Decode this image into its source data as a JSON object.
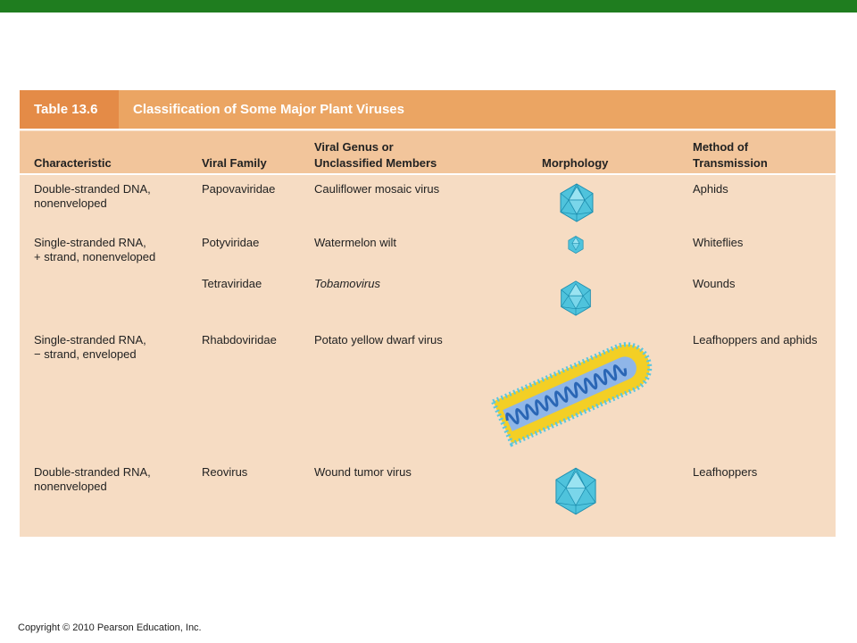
{
  "copyright": "Copyright © 2010 Pearson Education, Inc.",
  "table": {
    "number": "Table 13.6",
    "title": "Classification of Some Major Plant Viruses",
    "headers": {
      "characteristic": "Characteristic",
      "family": "Viral Family",
      "genus_line1": "Viral Genus or",
      "genus_line2": "Unclassified Members",
      "morphology": "Morphology",
      "method_line1": "Method of",
      "method_line2": "Transmission"
    },
    "rows": [
      {
        "char_line1": "Double-stranded DNA,",
        "char_line2": "nonenveloped",
        "family": "Papovaviridae",
        "genus": "Cauliflower mosaic virus",
        "morphology_icon": "polyhedral-virus-icon",
        "method": "Aphids"
      },
      {
        "char_line1": "Single-stranded RNA,",
        "char_line2": "+ strand, nonenveloped",
        "family": "Potyviridae",
        "genus": "Watermelon wilt",
        "morphology_icon": "polyhedral-virus-icon",
        "method": "Whiteflies"
      },
      {
        "char_line1": "",
        "char_line2": "",
        "family": "Tetraviridae",
        "genus": "Tobamovirus",
        "morphology_icon": "polyhedral-virus-icon",
        "method": "Wounds"
      },
      {
        "char_line1": "Single-stranded RNA,",
        "char_line2": "− strand, enveloped",
        "family": "Rhabdoviridae",
        "genus": "Potato yellow dwarf virus",
        "morphology_icon": "enveloped-helical-virus-icon",
        "method": "Leafhoppers and aphids"
      },
      {
        "char_line1": "Double-stranded RNA,",
        "char_line2": "nonenveloped",
        "family": "Reovirus",
        "genus": "Wound tumor virus",
        "morphology_icon": "polyhedral-virus-icon",
        "method": "Leafhoppers"
      }
    ]
  },
  "colors": {
    "top_bar": "#1f7d1f",
    "title_tag": "#e48b47",
    "title_bar": "#eba563",
    "header_row": "#f2c59b",
    "table_body": "#f6dcc3",
    "virus_cyan": "#4fc3dc",
    "envelope_yellow": "#f3cf25",
    "helix_blue": "#2a66b5"
  }
}
